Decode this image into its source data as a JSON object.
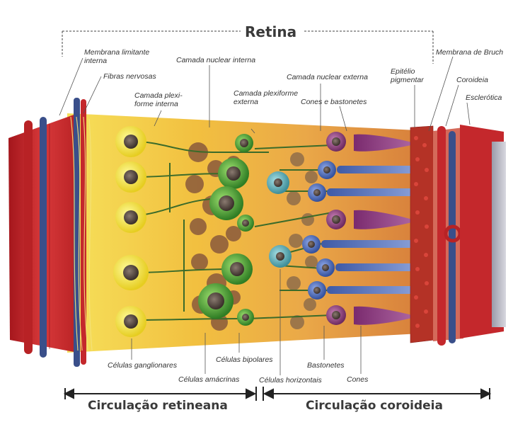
{
  "title": "Retina",
  "labels": {
    "membrana_limitante": "Membrana limitante",
    "membrana_limitante_2": "interna",
    "fibras_nervosas": "Fibras nervosas",
    "camada_plexi": "Camada plexi-",
    "camada_plexi_2": "forme interna",
    "camada_nuclear_interna": "Camada nuclear interna",
    "camada_plexiforme_externa": "Camada plexiforme",
    "camada_plexiforme_externa_2": "externa",
    "camada_nuclear_externa": "Camada nuclear externa",
    "cones_e_bastonetes": "Cones e bastonetes",
    "epitelio": "Epitélio",
    "epitelio_2": "pigmentar",
    "membrana_bruch": "Membrana de Bruch",
    "coroideia": "Coroideia",
    "esclerotica": "Esclerótica",
    "celulas_ganglionares": "Células ganglionares",
    "celulas_amacrinas": "Células amácrinas",
    "celulas_bipolares": "Células bipolares",
    "celulas_horizontais": "Células horizontais",
    "bastonetes": "Bastonetes",
    "cones": "Cones"
  },
  "circulation": {
    "retineana": "Circulação retineana",
    "coroideia": "Circulação coroideia"
  },
  "colors": {
    "vessel_red": "#c4282c",
    "vessel_blue": "#3a4f8a",
    "ganglion_yellow": "#f0e040",
    "bipolar_green": "#3f9a2e",
    "horizontal_teal": "#4aa6b0",
    "rod_blue": "#4a6fc4",
    "cone_purple": "#8a3b7a",
    "pigment_red": "#c0392b"
  }
}
